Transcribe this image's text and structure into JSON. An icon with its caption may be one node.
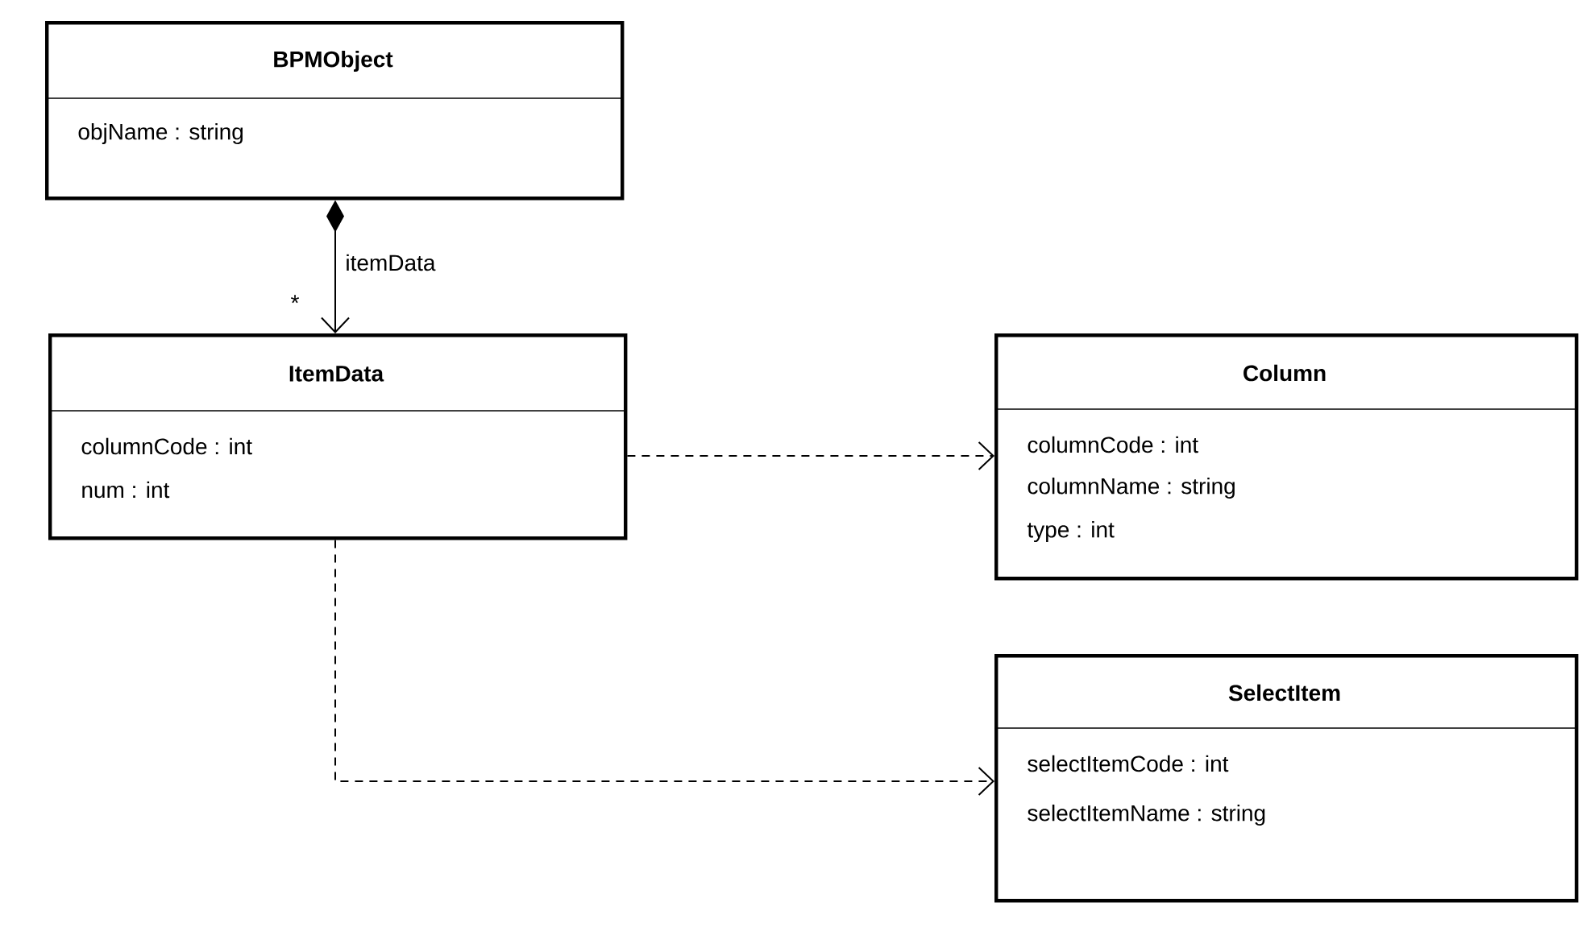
{
  "diagram": {
    "nodes": [
      {
        "text": [
          "BPMObject",
          "objName : string"
        ]
      },
      {
        "text": [
          "ItemData",
          "columnCode : int",
          "num : int"
        ]
      },
      {
        "text": [
          "Column",
          "columnCode : int",
          "columnName : string",
          "type : int"
        ]
      },
      {
        "text": [
          "SelectItem",
          "selectItemCode : int",
          "selectItemName : string"
        ]
      }
    ],
    "edges": [
      {
        "from": 0,
        "to": 1,
        "arrow": "to",
        "label": "itemData"
      },
      {
        "from": 1,
        "to": 2,
        "arrow": "to",
        "style": "dashed"
      },
      {
        "from": 1,
        "to": 3,
        "arrow": "to",
        "style": "dashed"
      }
    ],
    "labels": [
      "*"
    ]
  }
}
